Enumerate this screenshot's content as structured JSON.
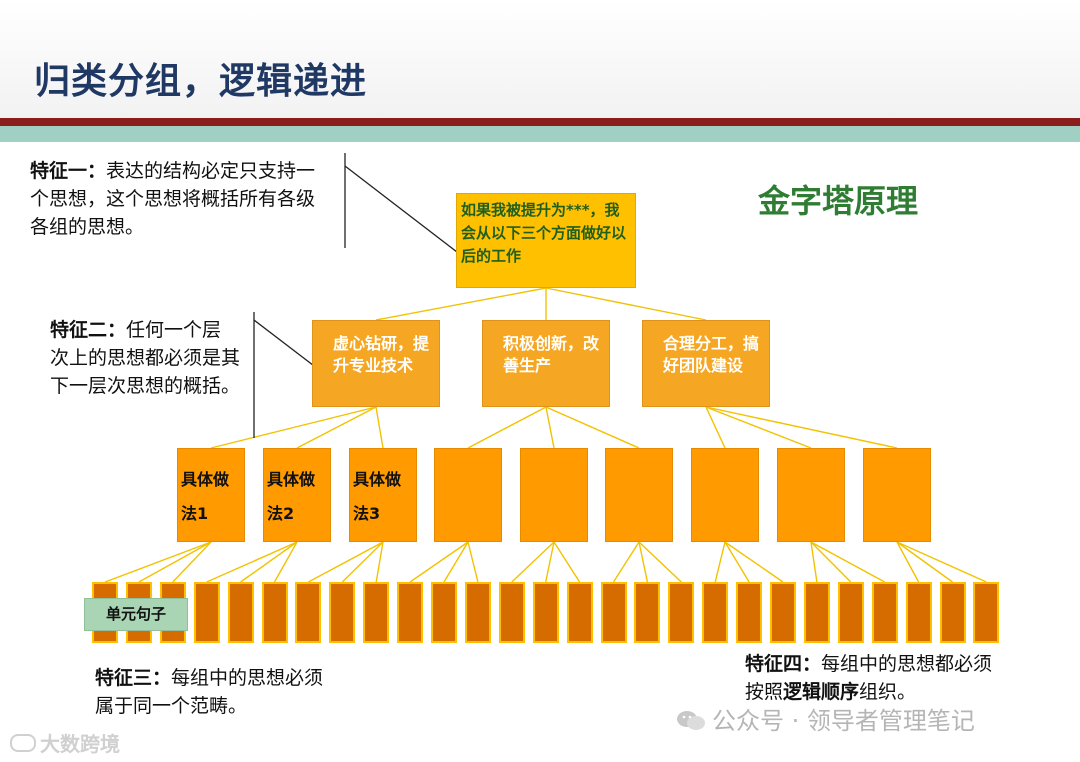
{
  "slide": {
    "title": "归类分组，逻辑递进",
    "pyramid_label": "金字塔原理"
  },
  "features": [
    {
      "label": "特征一：",
      "text": "表达的结构必定只支持一个思想，这个思想将概括所有各级各组的思想。"
    },
    {
      "label": "特征二：",
      "text": "任何一个层次上的思想都必须是其下一层次思想的概括。"
    },
    {
      "label": "特征三：",
      "text": "每组中的思想必须属于同一个范畴。"
    },
    {
      "label": "特征四：",
      "text_before": "每组中的思想都必须按照",
      "text_bold": "逻辑顺序",
      "text_after": "组织。"
    }
  ],
  "pyramid": {
    "root": "如果我被提升为***，我会从以下三个方面做好以后的工作",
    "level2": [
      "虚心钻研，提升专业技术",
      "积极创新，改善生产",
      "合理分工，搞好团队建设"
    ],
    "level3": [
      {
        "line1": "具体做",
        "line2": "法1"
      },
      {
        "line1": "具体做",
        "line2": "法2"
      },
      {
        "line1": "具体做",
        "line2": "法3"
      }
    ],
    "level3_count": 9,
    "level4_count": 27,
    "unit_label": "单元句子"
  },
  "colors": {
    "title": "#1f3864",
    "root_fill": "#ffc000",
    "level2_fill": "#f5a623",
    "level3_fill": "#ff9a00",
    "level4_fill": "#d66b00",
    "connector": "#f2c200",
    "pyramid_label": "#2e7d32",
    "band_red": "#8b1d1d",
    "band_teal": "#9fd0c3"
  },
  "watermarks": {
    "right": "公众号 · 领导者管理笔记",
    "left": "大数跨境"
  }
}
